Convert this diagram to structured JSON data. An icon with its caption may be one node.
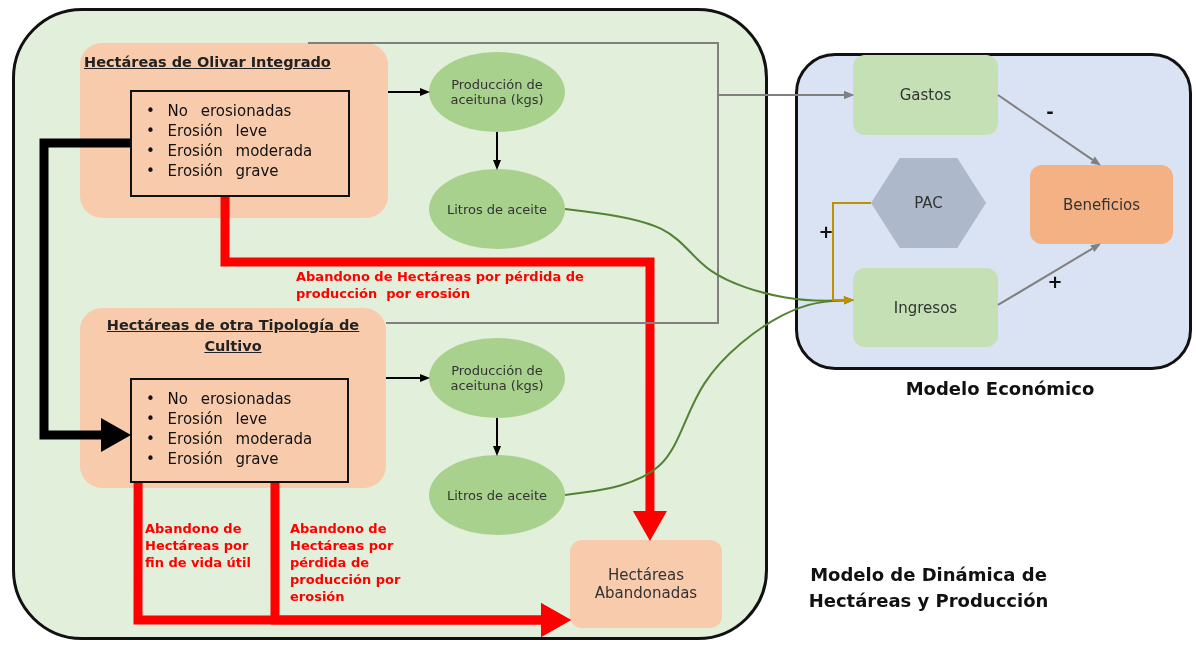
{
  "diagram": {
    "nodes": [
      {
        "text": [
          "Modelo de Dinámica de Hectáreas y Producción"
        ]
      },
      {
        "text": [
          "Hectáreas de Olivar Integrado"
        ],
        "in": 0
      },
      {
        "text": [
          "• No erosionadas",
          "• Erosión leve",
          "• Erosión moderada",
          "• Erosión grave"
        ],
        "in": 1
      },
      {
        "text": [
          "Producción de aceituna (kgs)"
        ],
        "in": 0
      },
      {
        "text": [
          "Litros de aceite"
        ],
        "in": 0
      },
      {
        "text": [
          "Hectáreas de otra Tipología de Cultivo"
        ],
        "in": 0
      },
      {
        "text": [
          "• No erosionadas",
          "• Erosión leve",
          "• Erosión moderada",
          "• Erosión grave"
        ],
        "in": 5
      },
      {
        "text": [
          "Producción de aceituna (kgs)"
        ],
        "in": 0
      },
      {
        "text": [
          "Litros de aceite"
        ],
        "in": 0
      },
      {
        "text": [
          "Hectáreas Abandonadas"
        ],
        "in": 0
      },
      {
        "text": [
          "Modelo Económico"
        ]
      },
      {
        "text": [
          "Gastos"
        ],
        "in": 10
      },
      {
        "text": [
          "PAC"
        ],
        "in": 10
      },
      {
        "text": [
          "Beneficios"
        ],
        "in": 10
      },
      {
        "text": [
          "Ingresos"
        ],
        "in": 10
      }
    ],
    "edges": [
      {
        "from": 1,
        "to": 3,
        "arrow": "to"
      },
      {
        "from": 3,
        "to": 4,
        "arrow": "to"
      },
      {
        "from": 5,
        "to": 7,
        "arrow": "to"
      },
      {
        "from": 7,
        "to": 8,
        "arrow": "to"
      },
      {
        "from": 2,
        "to": 6,
        "arrow": "to",
        "style": "thick"
      },
      {
        "from": 2,
        "to": 9,
        "arrow": "to",
        "style": "thick",
        "color": "#ff0000",
        "label": "Abandono de Hectáreas por pérdida de producción  por erosión"
      },
      {
        "from": 6,
        "to": 9,
        "arrow": "to",
        "style": "thick",
        "color": "#ff0000",
        "label": "Abandono de Hectáreas por fin de vida útil"
      },
      {
        "from": 6,
        "to": 9,
        "arrow": "to",
        "style": "thick",
        "color": "#ff0000",
        "label": "Abandono de Hectáreas por pérdida de producción por erosión"
      },
      {
        "from": 1,
        "to": 11,
        "arrow": "to",
        "color": "#808080"
      },
      {
        "from": 5,
        "to": 11,
        "arrow": "to",
        "color": "#808080"
      },
      {
        "from": 4,
        "to": 14,
        "arrow": "to",
        "color": "#548235"
      },
      {
        "from": 8,
        "to": 14,
        "arrow": "to",
        "color": "#548235"
      },
      {
        "from": 12,
        "to": 14,
        "arrow": "to",
        "color": "#bf9000",
        "label": "+"
      },
      {
        "from": 11,
        "to": 13,
        "arrow": "to",
        "color": "#808080",
        "label": "-"
      },
      {
        "from": 14,
        "to": 13,
        "arrow": "to",
        "color": "#808080",
        "label": "+"
      }
    ]
  }
}
